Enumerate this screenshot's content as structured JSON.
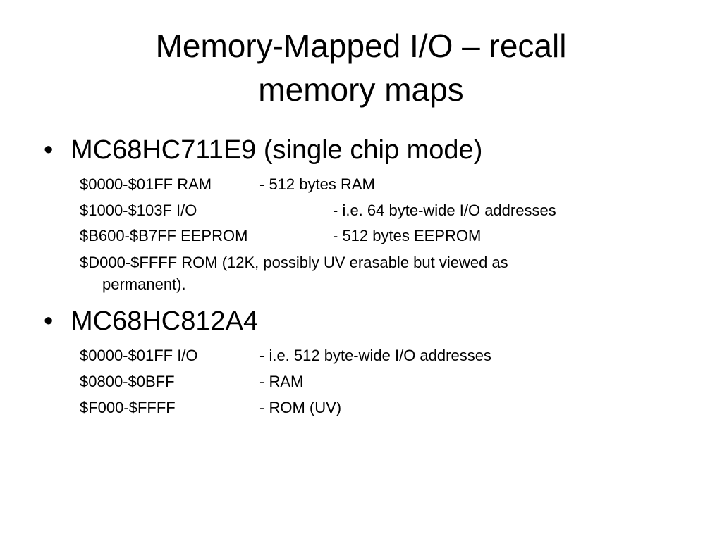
{
  "title": {
    "line1": "Memory-Mapped I/O – recall",
    "line2": "memory maps"
  },
  "sections": [
    {
      "bullet": "•",
      "heading": "MC68HC711E9 (single chip mode)",
      "rows": [
        {
          "range": "$0000-$01FF RAM",
          "desc": "- 512 bytes RAM"
        },
        {
          "range": "$1000-$103F I/O",
          "desc": "- i.e. 64 byte-wide I/O addresses"
        },
        {
          "range": "$B600-$B7FF EEPROM",
          "desc": "- 512 bytes EEPROM"
        },
        {
          "range": "$D000-$FFFF ROM (12K, possibly UV erasable but viewed as",
          "continuation": "permanent)."
        }
      ]
    },
    {
      "bullet": "•",
      "heading": "MC68HC812A4",
      "rows": [
        {
          "range": "$0000-$01FF I/O",
          "desc": "- i.e. 512 byte-wide I/O addresses"
        },
        {
          "range": "$0800-$0BFF",
          "desc": "- RAM"
        },
        {
          "range": "$F000-$FFFF",
          "desc": "- ROM (UV)"
        }
      ]
    }
  ]
}
